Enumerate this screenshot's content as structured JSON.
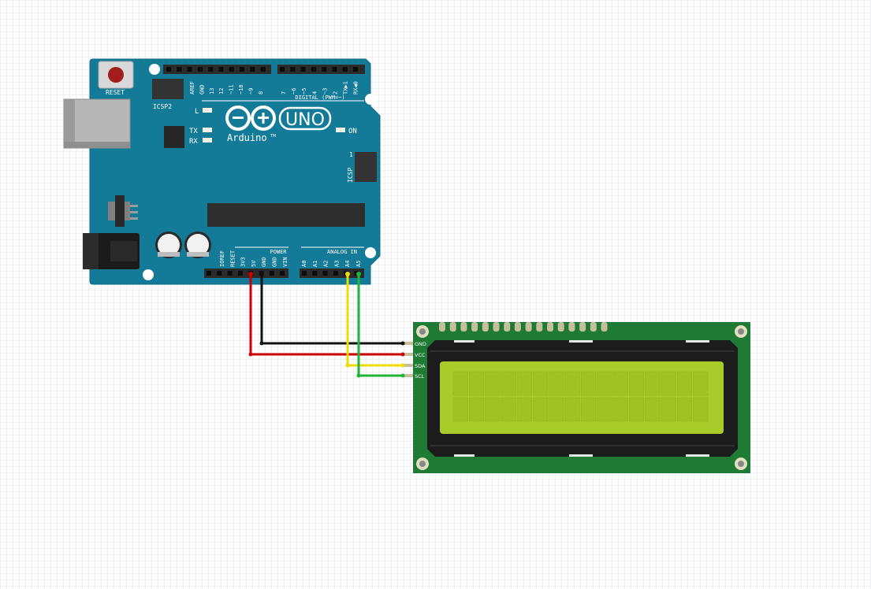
{
  "arduino": {
    "reset_label": "RESET",
    "icsp2_label": "ICSP2",
    "icsp_label": "ICSP",
    "icsp_pin1": "1",
    "digital_header_labels": [
      "AREF",
      "GND",
      "13",
      "12",
      "~11",
      "~10",
      "~9",
      "8"
    ],
    "digital_header2_labels": [
      "7",
      "~6",
      "~5",
      "4",
      "~3",
      "2",
      "TX▶1",
      "RX◀0"
    ],
    "digital_title": "DIGITAL (PWM=~)",
    "led_l": "L",
    "led_tx": "TX",
    "led_rx": "RX",
    "led_on": "ON",
    "logo_model": "UNO",
    "logo_brand": "Arduino",
    "logo_tm": "TM",
    "power_title": "POWER",
    "analog_title": "ANALOG IN",
    "power_pins": [
      "IOREF",
      "RESET",
      "3V3",
      "5V",
      "GND",
      "GND",
      "VIN"
    ],
    "analog_pins": [
      "A0",
      "A1",
      "A2",
      "A3",
      "A4",
      "A5"
    ],
    "board_color": "#137a98"
  },
  "lcd": {
    "pins": [
      "GND",
      "VCC",
      "SDA",
      "SCL"
    ],
    "pcb_color": "#1f7a34",
    "screen_color": "#a9cc2a"
  },
  "wires": [
    {
      "from": "5V",
      "to": "VCC",
      "color": "#cc0000"
    },
    {
      "from": "GND",
      "to": "GND",
      "color": "#111111"
    },
    {
      "from": "A4",
      "to": "SDA",
      "color": "#eedc00"
    },
    {
      "from": "A5",
      "to": "SCL",
      "color": "#1db53a"
    }
  ]
}
